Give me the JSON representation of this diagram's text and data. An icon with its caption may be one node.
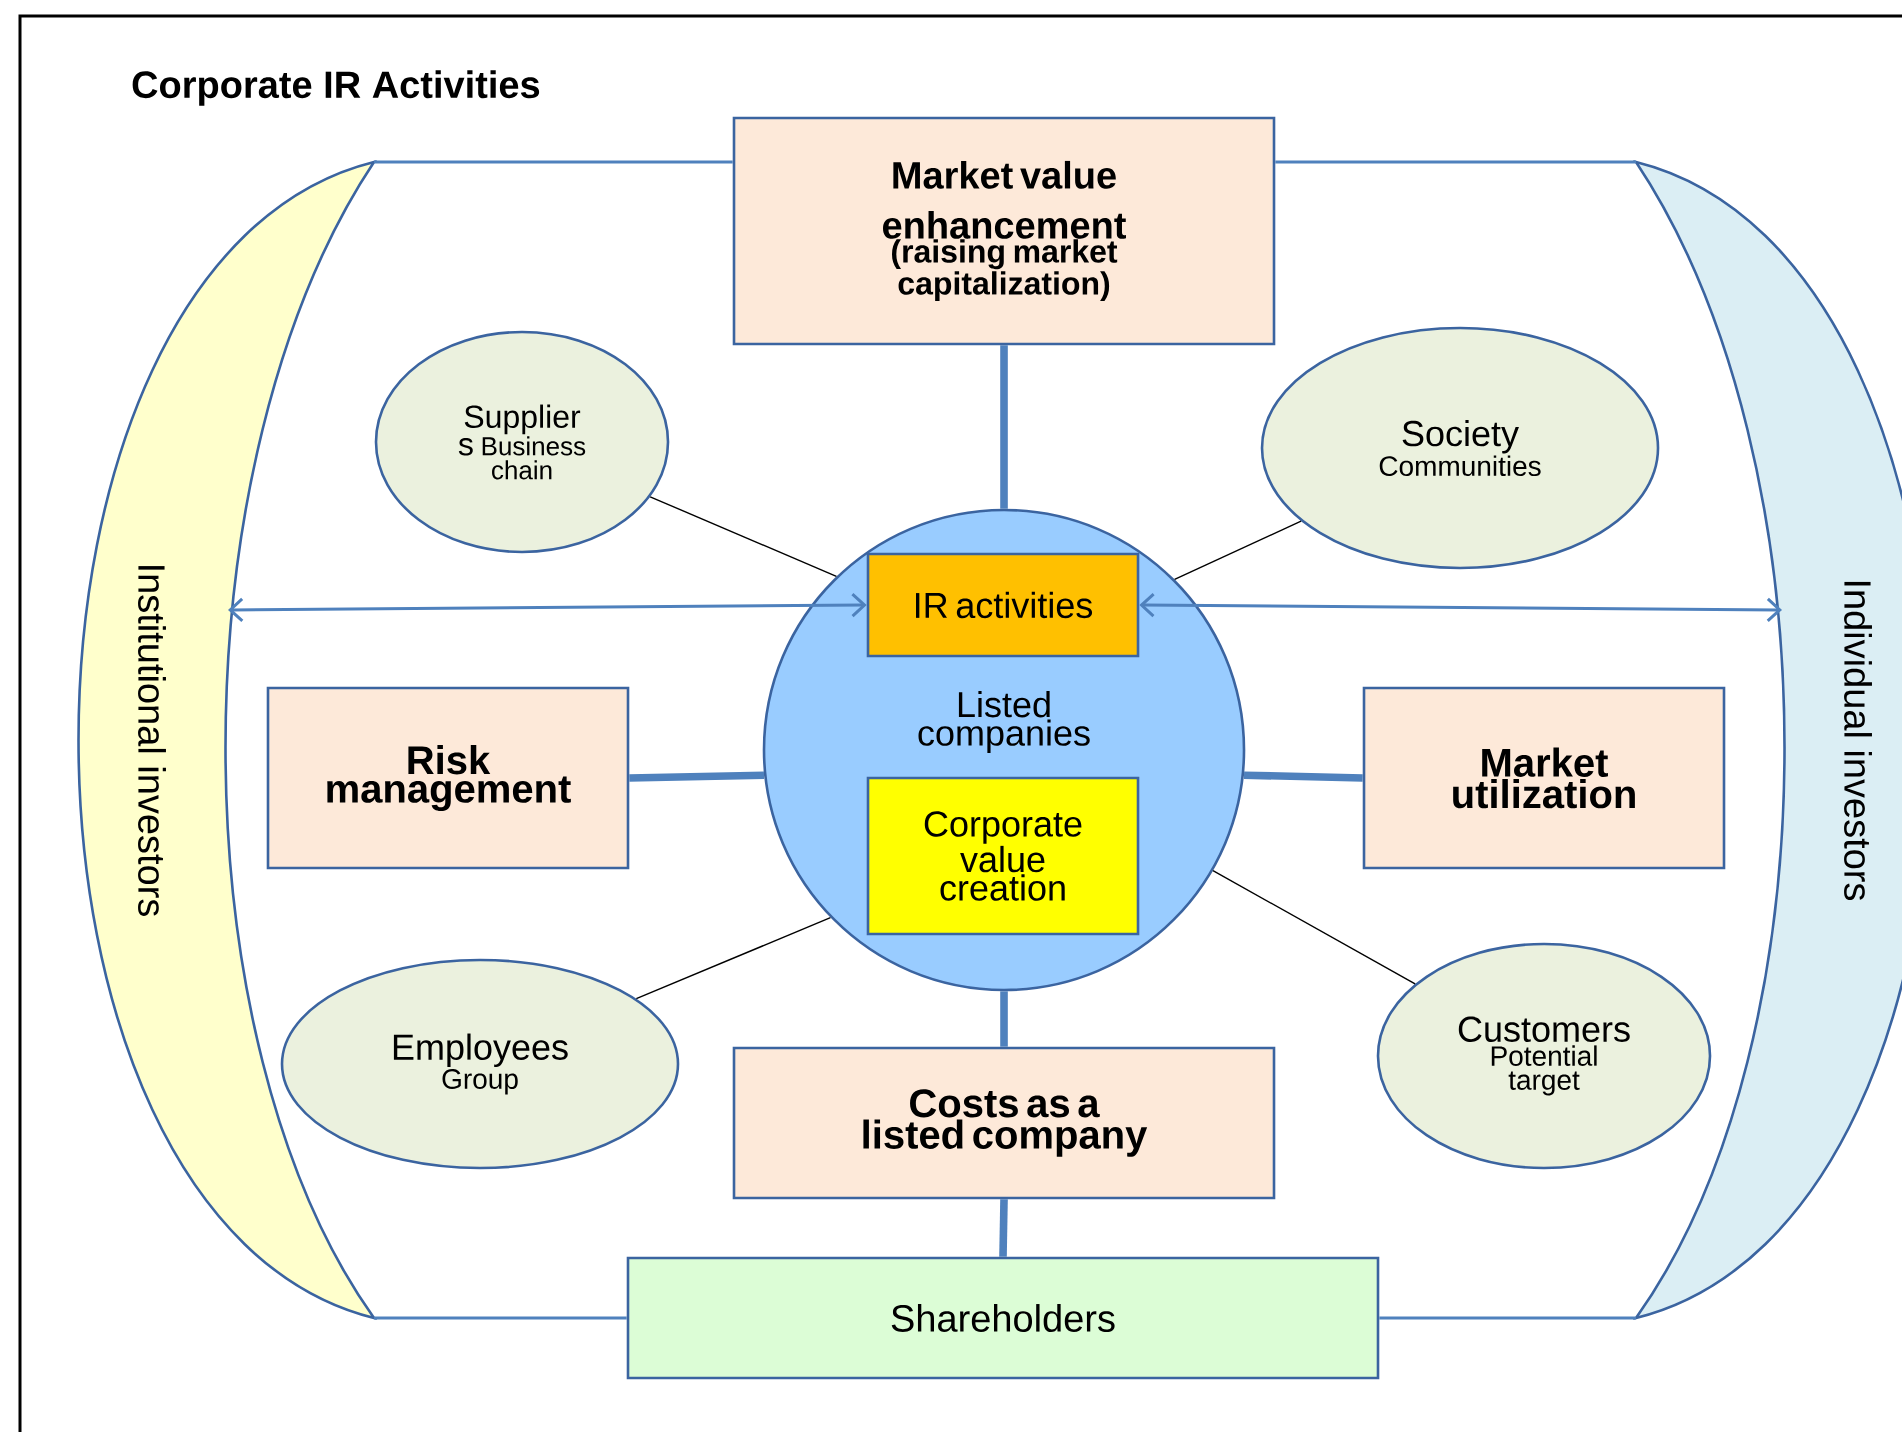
{
  "diagram": {
    "title": "Corporate IR Activities",
    "nodes": [
      {
        "text": [
          "Institutional investors"
        ]
      },
      {
        "text": [
          "Market value enhancement",
          "(raising market capitalization)"
        ]
      },
      {
        "text": [
          "Individual investors"
        ]
      },
      {
        "text": [
          "Supplier s",
          "Business chain"
        ]
      },
      {
        "text": [
          "Society",
          "Communities"
        ]
      },
      {
        "text": [
          "Listed companies"
        ]
      },
      {
        "text": [
          "IR activities"
        ],
        "in": 5
      },
      {
        "text": [
          "Corporate value creation"
        ],
        "in": 5
      },
      {
        "text": [
          "Risk management"
        ]
      },
      {
        "text": [
          "Market utilization"
        ]
      },
      {
        "text": [
          "Employees",
          "Group"
        ]
      },
      {
        "text": [
          "Costs as a listed company"
        ]
      },
      {
        "text": [
          "Customers",
          "Potential target"
        ]
      },
      {
        "text": [
          "Shareholders"
        ]
      }
    ],
    "edges": [
      {
        "from": 0,
        "to": 1,
        "arrow": "none"
      },
      {
        "from": 1,
        "to": 2,
        "arrow": "none"
      },
      {
        "from": 6,
        "to": 0,
        "arrow": "both"
      },
      {
        "from": 6,
        "to": 2,
        "arrow": "both"
      },
      {
        "from": 1,
        "to": 5,
        "arrow": "none",
        "style": "thick"
      },
      {
        "from": 8,
        "to": 5,
        "arrow": "none",
        "style": "thick"
      },
      {
        "from": 9,
        "to": 5,
        "arrow": "none",
        "style": "thick"
      },
      {
        "from": 5,
        "to": 11,
        "arrow": "none",
        "style": "thick"
      },
      {
        "from": 11,
        "to": 13,
        "arrow": "none",
        "style": "thick"
      },
      {
        "from": 3,
        "to": 5,
        "arrow": "none",
        "color": "#000000"
      },
      {
        "from": 4,
        "to": 5,
        "arrow": "none",
        "color": "#000000"
      },
      {
        "from": 10,
        "to": 5,
        "arrow": "none",
        "color": "#000000"
      },
      {
        "from": 12,
        "to": 5,
        "arrow": "none",
        "color": "#000000"
      },
      {
        "from": 0,
        "to": 13,
        "arrow": "none"
      },
      {
        "from": 13,
        "to": 2,
        "arrow": "none"
      }
    ]
  }
}
